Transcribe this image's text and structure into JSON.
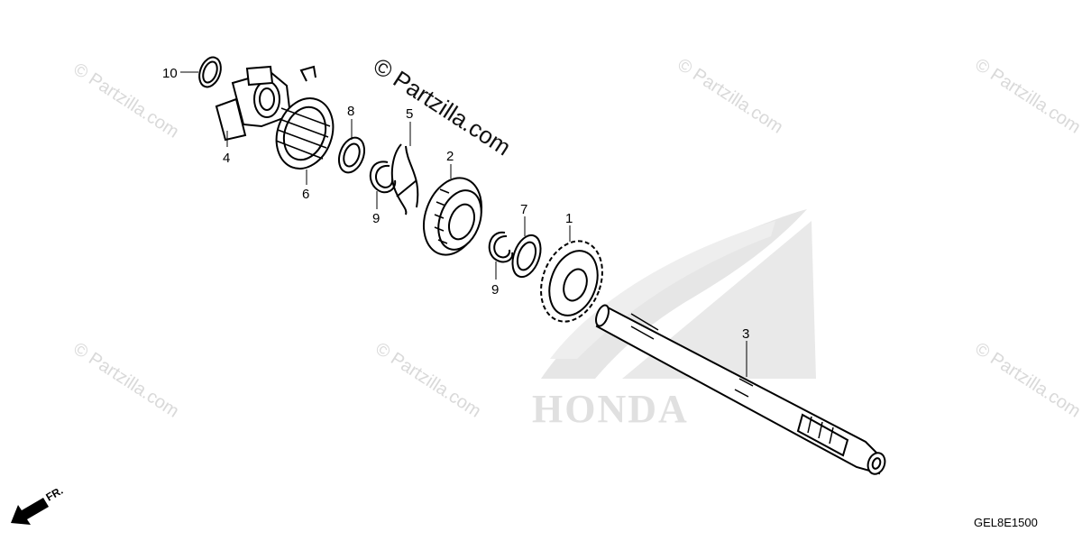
{
  "watermark": {
    "text": "© Partzilla.com",
    "center_text": "© Partzilla.com"
  },
  "brand": {
    "logo_text": "HONDA"
  },
  "direction_label": "FR.",
  "diagram_code": "GEL8E1500",
  "callouts": [
    "10",
    "4",
    "6",
    "8",
    "9",
    "5",
    "2",
    "9",
    "7",
    "1",
    "3"
  ],
  "colors": {
    "line": "#000000",
    "watermark": "#d9d9d9",
    "logo": "#e0e0e0"
  }
}
